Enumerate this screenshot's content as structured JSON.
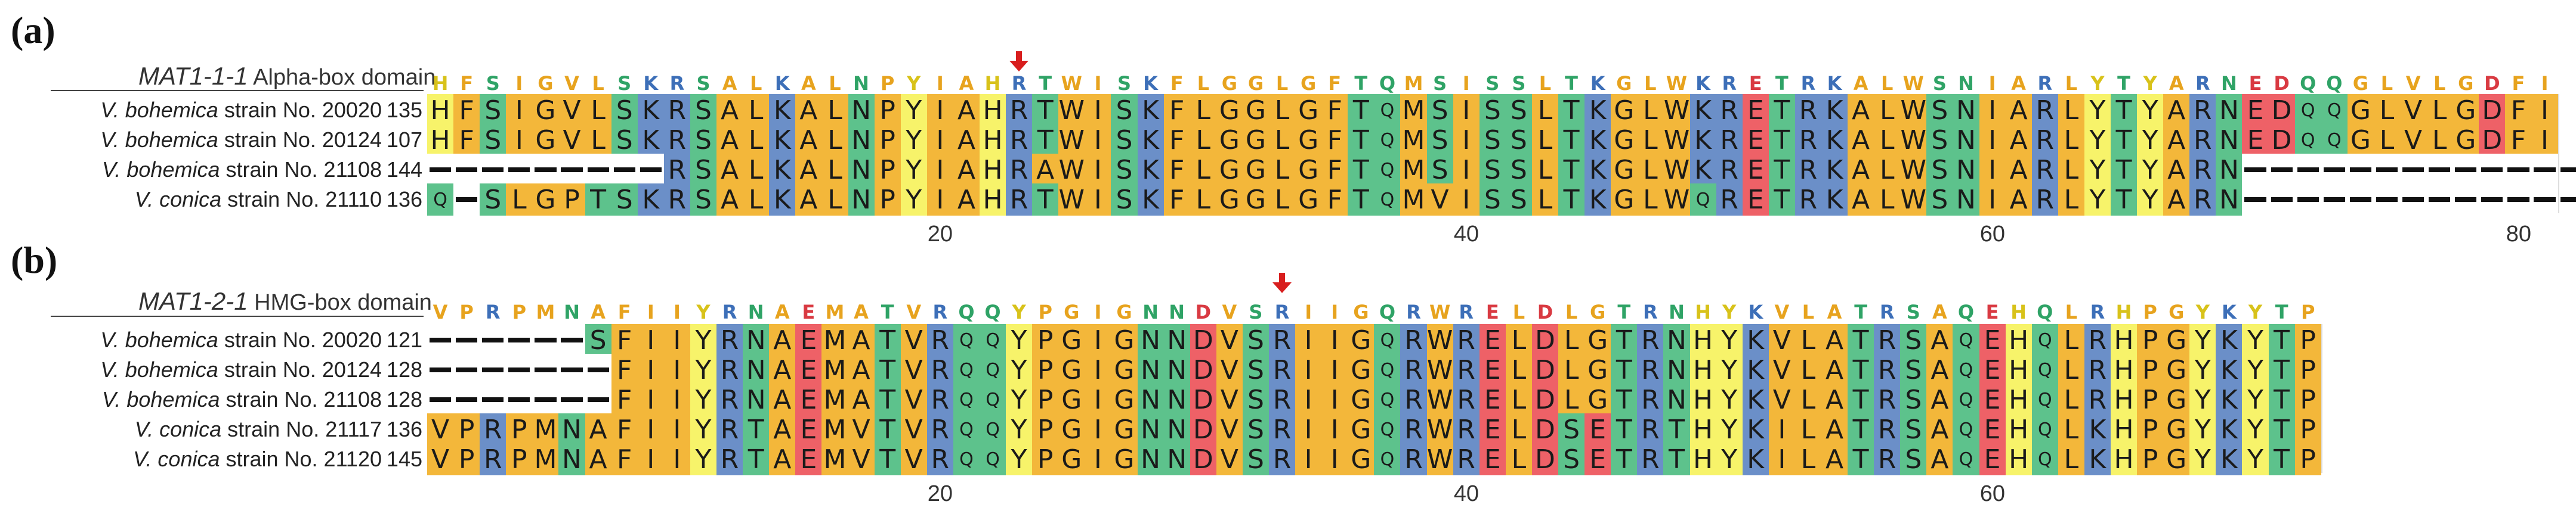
{
  "panels": [
    {
      "label": "(a)",
      "gene": "MAT1-1-1",
      "domain": "Alpha-box domain",
      "consensus": "HFSIGVLSKRSALKALNPYIAHRTWISKFLGGLGFTQMSISSLTKGLWKRETRKALWSNIARLYTYARNEDQQGLVLGDFI",
      "arrow_column": 22,
      "ticks": [
        20,
        40,
        60,
        80
      ],
      "rows": [
        {
          "species": "V. bohemica",
          "strain": "strain No. 20020",
          "start": "135",
          "seq": "HFSIGVLSKRSALKALNPYIAHRTWISKFLGGLGFTQMSISSLTKGLWKRETRKALWSNIARLYTYARNEDQQGLVLGDFI"
        },
        {
          "species": "V. bohemica",
          "strain": "strain No. 20124",
          "start": "107",
          "seq": "HFSIGVLSKRSALKALNPYIAHRTWISKFLGGLGFTQMSISSLTKGLWKRETRKALWSNIARLYTYARNEDQQGLVLGDFI"
        },
        {
          "species": "V. bohemica",
          "strain": "strain No. 21108",
          "start": "144",
          "seq": "---------RSALKALNPYIAHRAWISKFLGGLGFTQMSISSLTKGLWKRETRKALWSNIARLYTYARN-------------"
        },
        {
          "species": "V. conica",
          "strain": "strain No. 21110",
          "start": "136",
          "seq": "Q-SLGPTSKRSALKALNPYIAHRTWISKFLGGLGFTQMVISSLTKGLWQRETRKALWSNIARLYTYARN-------------"
        }
      ]
    },
    {
      "label": "(b)",
      "gene": "MAT1-2-1",
      "domain": "HMG-box domain",
      "consensus": "VPRPMNAFIIYRNAEMATVRQQYPGIGNNDVSRIIGQRWRELDLGTRNHYKVLATRSAQEHQLRHPGYKYTP",
      "arrow_column": 32,
      "ticks": [
        20,
        40,
        60
      ],
      "rows": [
        {
          "species": "V. bohemica",
          "strain": "strain No. 20020",
          "start": "121",
          "seq": "------SFIIYRNAEMATVRQQYPGIGNNDVSRIIGQRWRELDLGTRNHYKVLATRSAQEHQLRHPGYKYTP"
        },
        {
          "species": "V. bohemica",
          "strain": "strain No. 20124",
          "start": "128",
          "seq": "-------FIIYRNAEMATVRQQYPGIGNNDVSRIIGQRWRELDLGTRNHYKVLATRSAQEHQLRHPGYKYTP"
        },
        {
          "species": "V. bohemica",
          "strain": "strain No. 21108",
          "start": "128",
          "seq": "-------FIIYRNAEMATVRQQYPGIGNNDVSRIIGQRWRELDLGTRNHYKVLATRSAQEHQLRHPGYKYTP"
        },
        {
          "species": "V. conica",
          "strain": "strain No. 21117",
          "start": "136",
          "seq": "VPRPMNAFIIYRTAEMVTVRQQYPGIGNNDVSRIIGQRWRELDSETRTHYKILATRSAQEHQLKHPGYKYTP"
        },
        {
          "species": "V. conica",
          "strain": "strain No. 21120",
          "start": "145",
          "seq": "VPRPMNAFIIYRTAEMVTVRQQYPGIGNNDVSRIIGQRWRELDSETRTHYKILATRSAQEHQLKHPGYKYTP"
        }
      ]
    }
  ],
  "residue_colors": {
    "orange": "#f3b73a",
    "yellow": "#f7f36a",
    "green": "#5dc28c",
    "blue": "#6b8fc8",
    "red": "#ee6167",
    "gap": "#ffffff"
  }
}
